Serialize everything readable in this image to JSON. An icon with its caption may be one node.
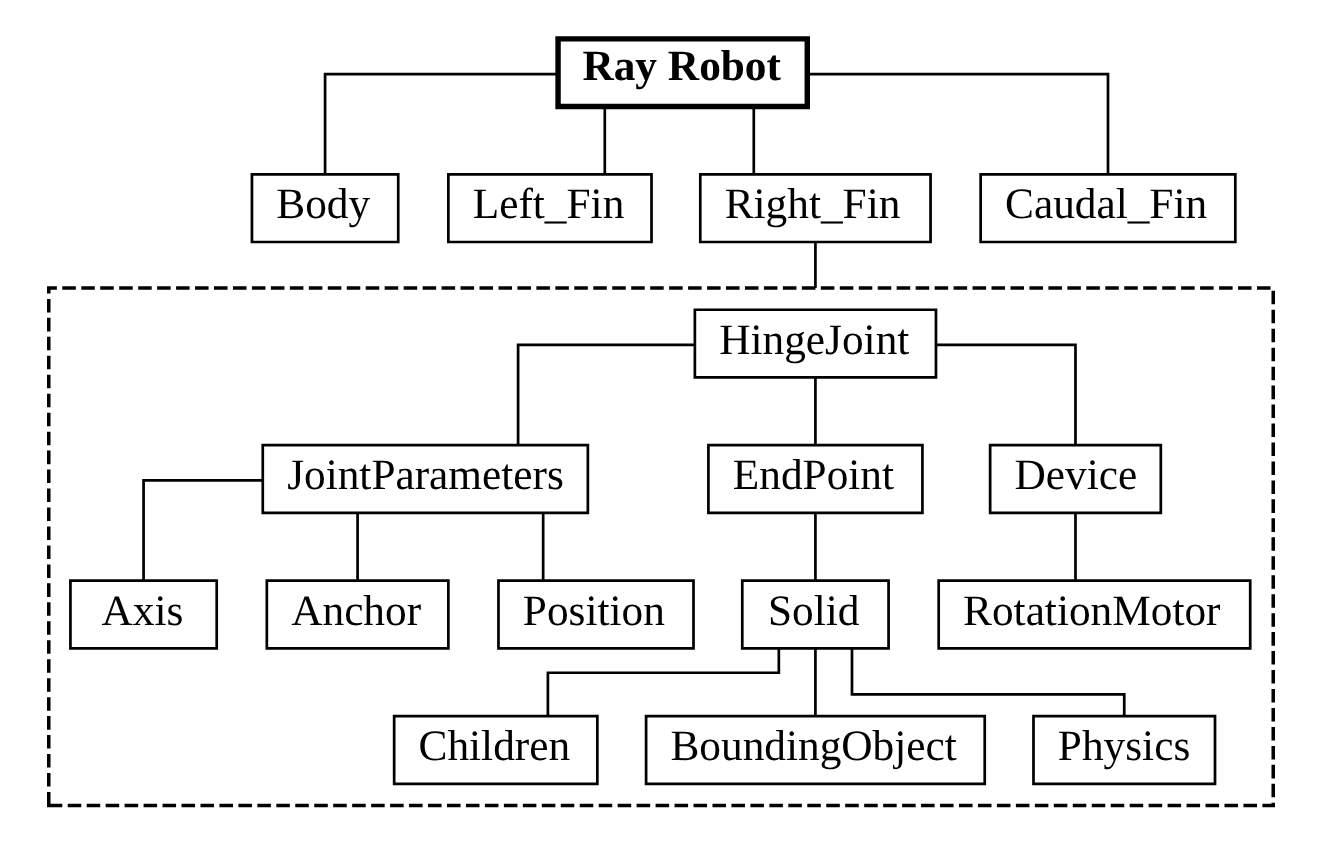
{
  "diagram": {
    "nodes": [
      {
        "text": [
          "Ray Robot"
        ]
      },
      {
        "text": [
          "Body"
        ]
      },
      {
        "text": [
          "Left_Fin"
        ]
      },
      {
        "text": [
          "Right_Fin"
        ]
      },
      {
        "text": [
          "Caudal_Fin"
        ]
      },
      {
        "text": [],
        "shape": "box"
      },
      {
        "text": [
          "HingeJoint"
        ],
        "in": 5
      },
      {
        "text": [
          "JointParameters"
        ],
        "in": 5
      },
      {
        "text": [
          "EndPoint"
        ],
        "in": 5
      },
      {
        "text": [
          "Device"
        ],
        "in": 5
      },
      {
        "text": [
          "Axis"
        ],
        "in": 5
      },
      {
        "text": [
          "Anchor"
        ],
        "in": 5
      },
      {
        "text": [
          "Position"
        ],
        "in": 5
      },
      {
        "text": [
          "Solid"
        ],
        "in": 5
      },
      {
        "text": [
          "RotationMotor"
        ],
        "in": 5
      },
      {
        "text": [
          "Children"
        ],
        "in": 5
      },
      {
        "text": [
          "BoundingObject"
        ],
        "in": 5
      },
      {
        "text": [
          "Physics"
        ],
        "in": 5
      }
    ],
    "edges": [
      {
        "from": 0,
        "to": 1,
        "arrow": "none"
      },
      {
        "from": 0,
        "to": 2,
        "arrow": "none"
      },
      {
        "from": 0,
        "to": 3,
        "arrow": "none"
      },
      {
        "from": 0,
        "to": 4,
        "arrow": "none"
      },
      {
        "from": 3,
        "to": 5,
        "arrow": "none"
      },
      {
        "from": 6,
        "to": 7,
        "arrow": "none"
      },
      {
        "from": 6,
        "to": 8,
        "arrow": "none"
      },
      {
        "from": 6,
        "to": 9,
        "arrow": "none"
      },
      {
        "from": 7,
        "to": 10,
        "arrow": "none"
      },
      {
        "from": 7,
        "to": 11,
        "arrow": "none"
      },
      {
        "from": 7,
        "to": 12,
        "arrow": "none"
      },
      {
        "from": 8,
        "to": 13,
        "arrow": "none"
      },
      {
        "from": 9,
        "to": 14,
        "arrow": "none"
      },
      {
        "from": 13,
        "to": 15,
        "arrow": "none"
      },
      {
        "from": 13,
        "to": 16,
        "arrow": "none"
      },
      {
        "from": 13,
        "to": 17,
        "arrow": "none"
      }
    ]
  }
}
